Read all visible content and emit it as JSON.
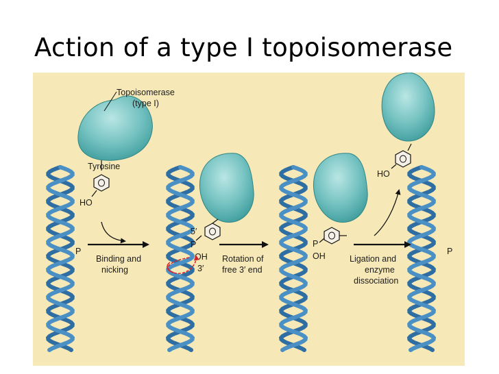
{
  "slide": {
    "title": "Action of a type I topoisomerase"
  },
  "figure": {
    "background_color": "#f6e8b7",
    "enzyme_color": "#76c3c2",
    "helix_color": "#4a90c4",
    "arrow_color": "#111111",
    "rotation_arrow_color": "#d6242a",
    "labels": {
      "enzyme_name": "Topoisomerase",
      "enzyme_type": "(type I)",
      "tyrosine": "Tyrosine",
      "ho_left": "HO",
      "ho_right": "HO",
      "p_left": "P",
      "p_right": "P",
      "five_prime": "5′",
      "p_mid": "P",
      "oh_mid": "OH",
      "three_prime": "3′",
      "p_third": "P",
      "oh_third": "OH",
      "ring_o": "O"
    },
    "steps": [
      {
        "line1": "Binding and",
        "line2": "nicking"
      },
      {
        "line1": "Rotation of",
        "line2": "free 3′ end"
      },
      {
        "line1": "Ligation and",
        "line2": "enzyme",
        "line3": "dissociation"
      }
    ]
  }
}
